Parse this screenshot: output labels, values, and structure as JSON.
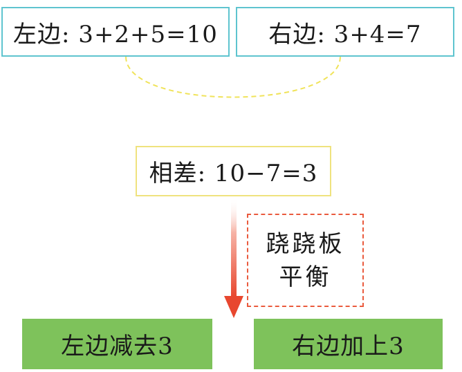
{
  "left_box": {
    "text": "左边: 3+2+5=10"
  },
  "right_box": {
    "text": "右边: 3+4=7"
  },
  "difference_box": {
    "text": "相差: 10−7=3"
  },
  "note_box": {
    "line1": "跷跷板",
    "line2": "平衡"
  },
  "action_left": {
    "text": "左边减去3"
  },
  "action_right": {
    "text": "右边加上3"
  },
  "colors": {
    "teal_border": "#5ec4cf",
    "yellow_border": "#efe27e",
    "dashed_red": "#ea5a3d",
    "arrow_red": "#e8472f",
    "green_fill": "#7ec25b"
  }
}
